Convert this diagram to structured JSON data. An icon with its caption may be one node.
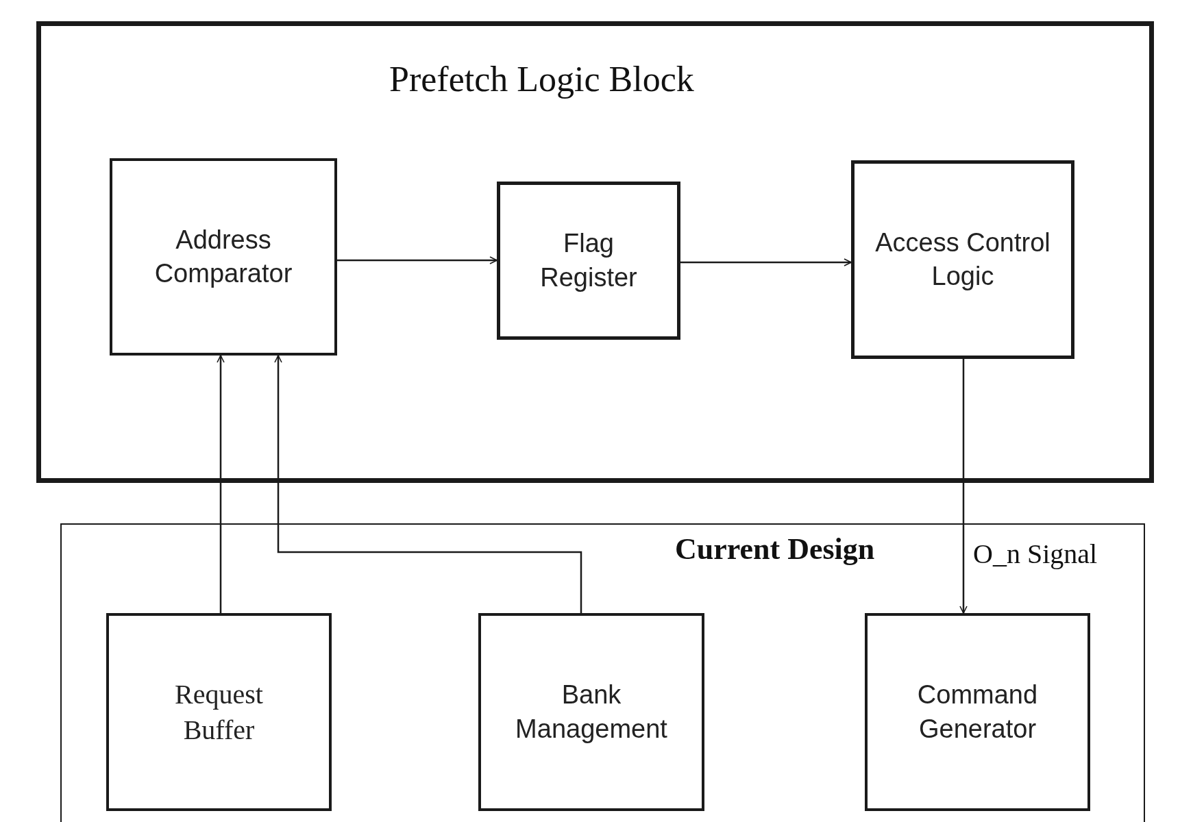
{
  "diagram": {
    "nodes": [
      {
        "text": [
          "Prefetch Logic Block"
        ]
      },
      {
        "text": [
          "Address Comparator"
        ],
        "in": 0
      },
      {
        "text": [
          "Flag Register"
        ],
        "in": 0
      },
      {
        "text": [
          "Access Control Logic"
        ],
        "in": 0
      },
      {
        "text": [
          "Current Design"
        ]
      },
      {
        "text": [
          "Request Buffer"
        ],
        "in": 4
      },
      {
        "text": [
          "Bank Management"
        ],
        "in": 4
      },
      {
        "text": [
          "Command Generator"
        ],
        "in": 4
      }
    ],
    "edges": [
      {
        "from": 1,
        "to": 2,
        "arrow": "to"
      },
      {
        "from": 2,
        "to": 3,
        "arrow": "to"
      },
      {
        "from": 5,
        "to": 1,
        "arrow": "to"
      },
      {
        "from": 6,
        "to": 1,
        "arrow": "to"
      },
      {
        "from": 3,
        "to": 7,
        "arrow": "to",
        "label": "O_n Signal"
      }
    ]
  }
}
